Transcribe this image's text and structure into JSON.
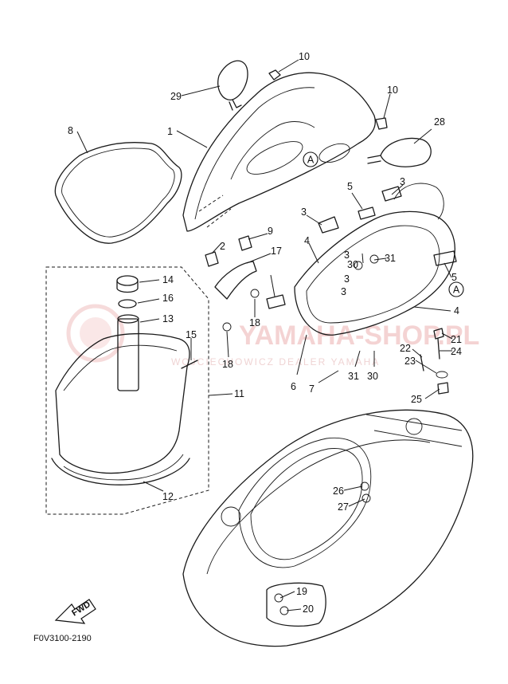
{
  "diagram": {
    "code": "F0V3100-2190",
    "fwd_label": "FWD",
    "ref_marker": "A",
    "watermark": {
      "main": "YAMAHA-SHOP.PL",
      "sub": "WOJCIECHOWICZ DEALER YAMAHA"
    },
    "callouts": [
      "1",
      "2",
      "3",
      "3",
      "3",
      "3",
      "3",
      "4",
      "4",
      "5",
      "5",
      "6",
      "7",
      "8",
      "9",
      "10",
      "10",
      "11",
      "12",
      "13",
      "14",
      "15",
      "16",
      "17",
      "18",
      "18",
      "19",
      "20",
      "21",
      "22",
      "23",
      "24",
      "25",
      "26",
      "27",
      "28",
      "29",
      "30",
      "30",
      "31",
      "31"
    ]
  }
}
